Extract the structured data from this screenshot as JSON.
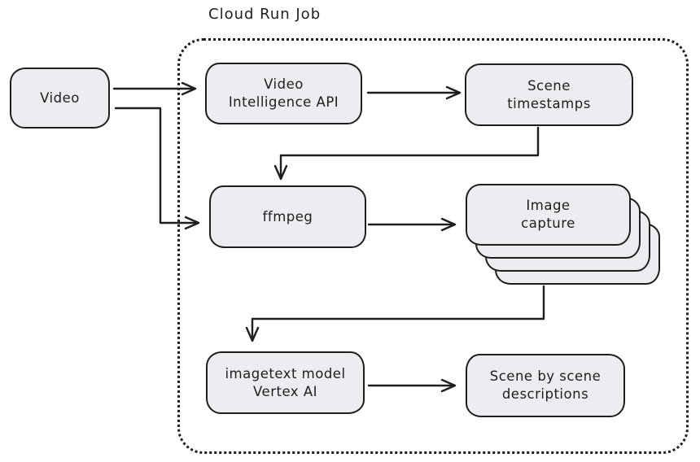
{
  "title": "Cloud Run Job",
  "colors": {
    "background": "#ffffff",
    "node_fill": "#ebedf0",
    "stroke": "#1e1e1e"
  },
  "nodes": {
    "video": {
      "label": "Video"
    },
    "video_intelligence": {
      "lines": [
        "Video",
        "Intelligence API"
      ]
    },
    "scene_timestamps": {
      "lines": [
        "Scene",
        "timestamps"
      ]
    },
    "ffmpeg": {
      "label": "ffmpeg"
    },
    "image_capture": {
      "lines": [
        "Image",
        "capture"
      ],
      "stack_count": 4
    },
    "imagetext_model": {
      "lines": [
        "imagetext model",
        "Vertex AI"
      ]
    },
    "scene_descriptions": {
      "lines": [
        "Scene by scene",
        "descriptions"
      ]
    }
  },
  "edges": [
    {
      "from": "video",
      "to": "video_intelligence"
    },
    {
      "from": "video",
      "to": "ffmpeg"
    },
    {
      "from": "video_intelligence",
      "to": "scene_timestamps"
    },
    {
      "from": "scene_timestamps",
      "to": "ffmpeg"
    },
    {
      "from": "ffmpeg",
      "to": "image_capture"
    },
    {
      "from": "image_capture",
      "to": "imagetext_model"
    },
    {
      "from": "imagetext_model",
      "to": "scene_descriptions"
    }
  ]
}
